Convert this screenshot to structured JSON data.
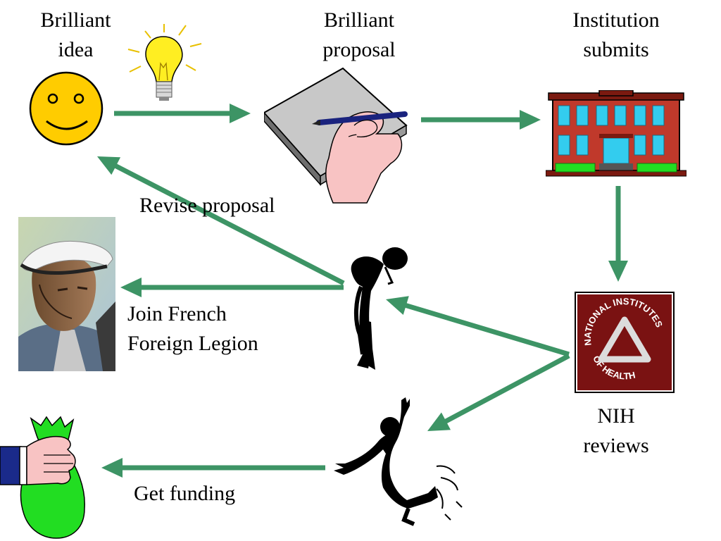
{
  "labels": {
    "idea_line1": "Brilliant",
    "idea_line2": "idea",
    "proposal_line1": "Brilliant",
    "proposal_line2": "proposal",
    "institution_line1": "Institution",
    "institution_line2": "submits",
    "nih_line1": "NIH",
    "nih_line2": "reviews",
    "revise": "Revise proposal",
    "legion_line1": "Join French",
    "legion_line2": "Foreign Legion",
    "funding": "Get funding"
  },
  "nih_seal": {
    "top_text": "NATIONAL INSTITUTES",
    "bottom_text": "OF HEALTH"
  },
  "icons": {
    "idea": "smiley-face",
    "bulb": "light-bulb",
    "proposal": "notepad-writing-hand",
    "institution": "building",
    "nih": "nih-seal",
    "rejected": "slumped-figure",
    "funded": "jumping-figure",
    "legion": "legionnaire-photo",
    "funding": "money-bag"
  },
  "colors": {
    "arrow": "#3d9465",
    "text": "#000000",
    "background": "#ffffff",
    "smiley": "#ffcc00",
    "building": "#c0392b",
    "nih_seal": "#7a1212",
    "money_bag": "#22dd22"
  },
  "edges": [
    {
      "from": "Brilliant idea",
      "to": "Brilliant proposal"
    },
    {
      "from": "Brilliant proposal",
      "to": "Institution submits"
    },
    {
      "from": "Institution submits",
      "to": "NIH reviews"
    },
    {
      "from": "NIH reviews",
      "to": "rejected"
    },
    {
      "from": "NIH reviews",
      "to": "funded"
    },
    {
      "from": "rejected",
      "to": "Brilliant idea",
      "label": "Revise proposal"
    },
    {
      "from": "rejected",
      "to": "Join French Foreign Legion"
    },
    {
      "from": "funded",
      "to": "Get funding"
    }
  ]
}
